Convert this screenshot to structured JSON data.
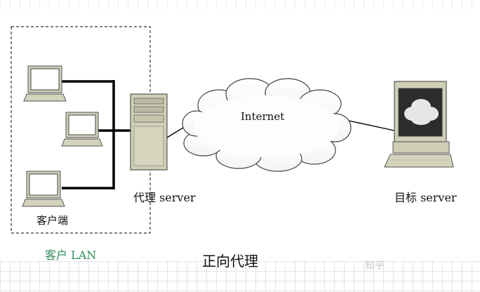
{
  "diagram": {
    "internet_label": "Internet",
    "proxy_label": "代理 server",
    "target_label": "目标 server",
    "clients_label": "客户端",
    "lan_label": "客户 LAN",
    "caption": "正向代理",
    "watermark": "知乎"
  },
  "colors": {
    "lan_label": "#2e8b57",
    "device_body": "#cfcfb6",
    "screen_dark": "#2c2c2c"
  }
}
